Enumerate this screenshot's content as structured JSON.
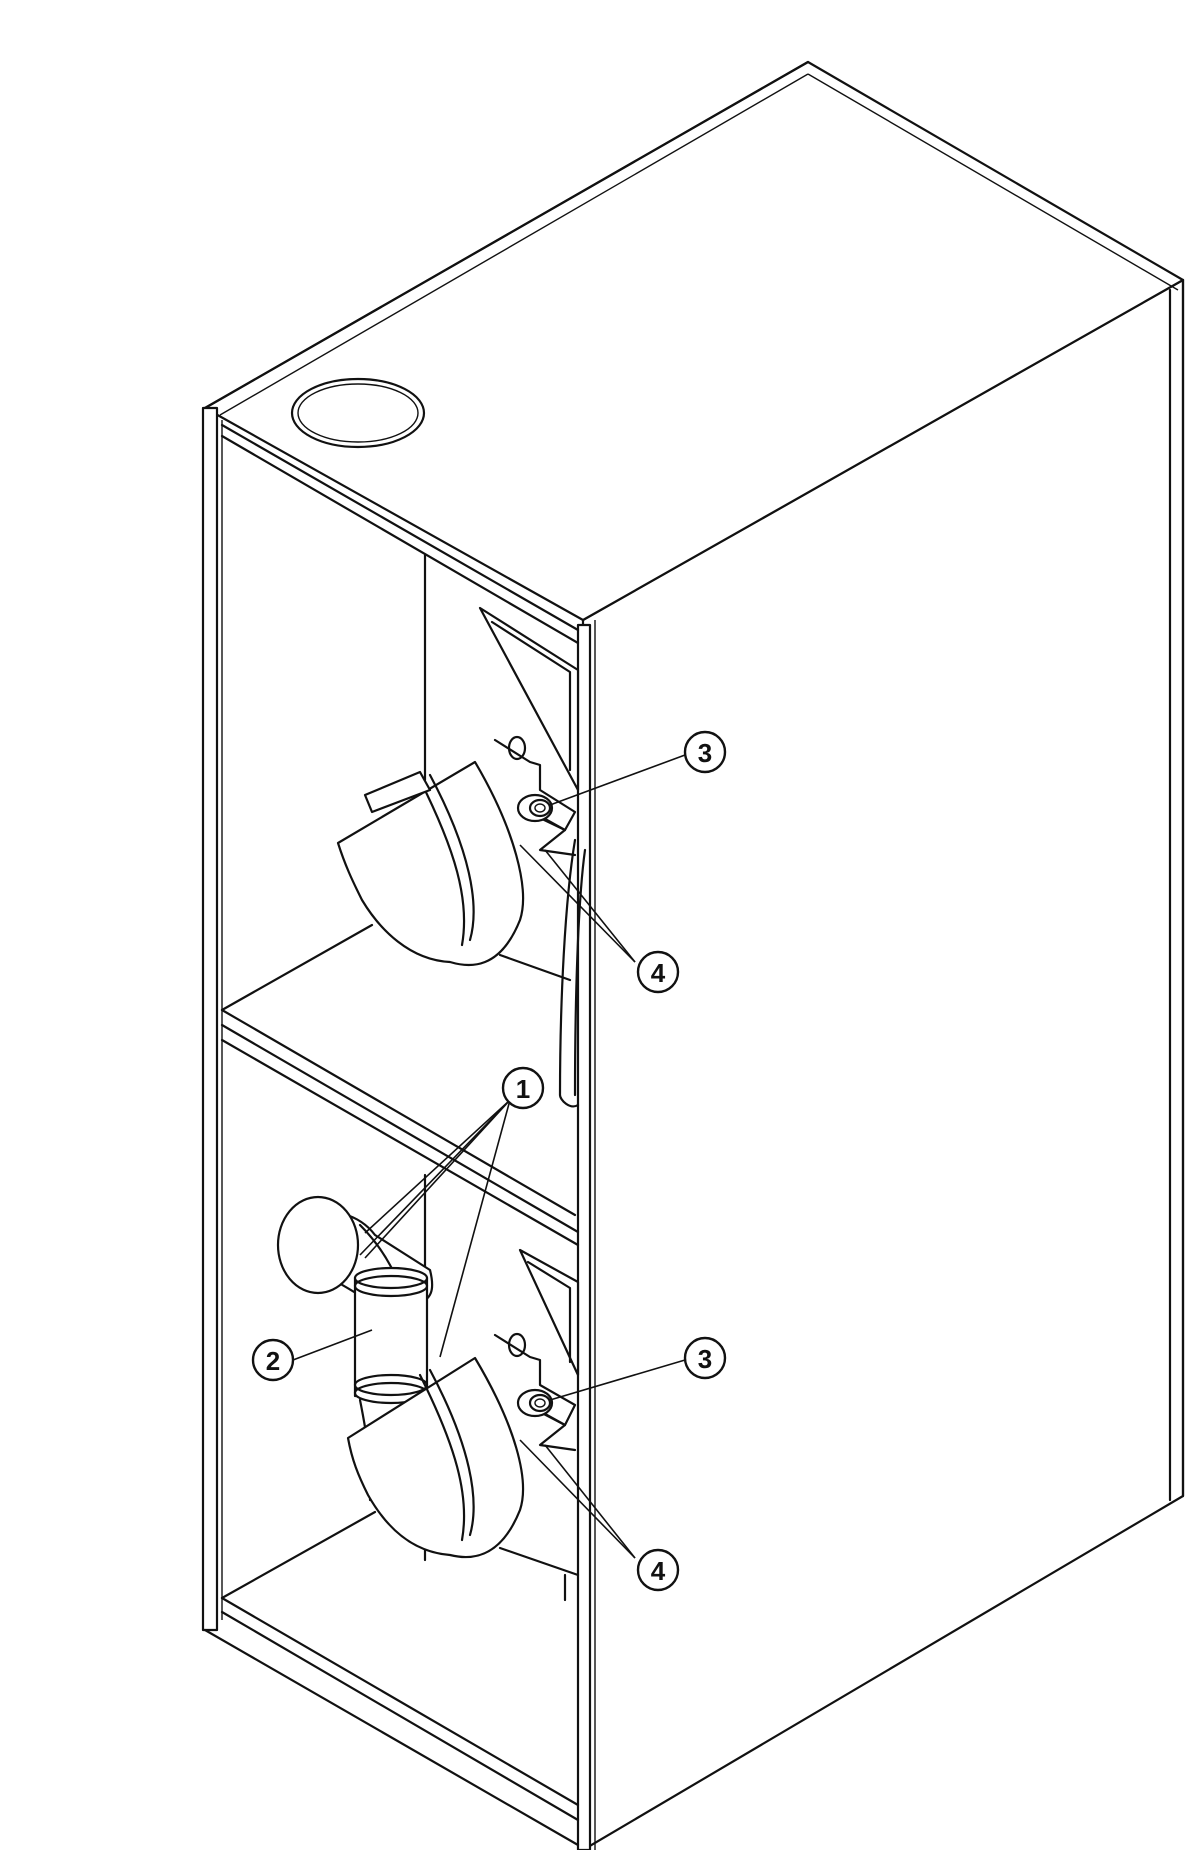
{
  "callouts": [
    {
      "id": "callout-1",
      "label": "1"
    },
    {
      "id": "callout-2",
      "label": "2"
    },
    {
      "id": "callout-3-upper",
      "label": "3"
    },
    {
      "id": "callout-3-lower",
      "label": "3"
    },
    {
      "id": "callout-4-upper",
      "label": "4"
    },
    {
      "id": "callout-4-lower",
      "label": "4"
    }
  ]
}
